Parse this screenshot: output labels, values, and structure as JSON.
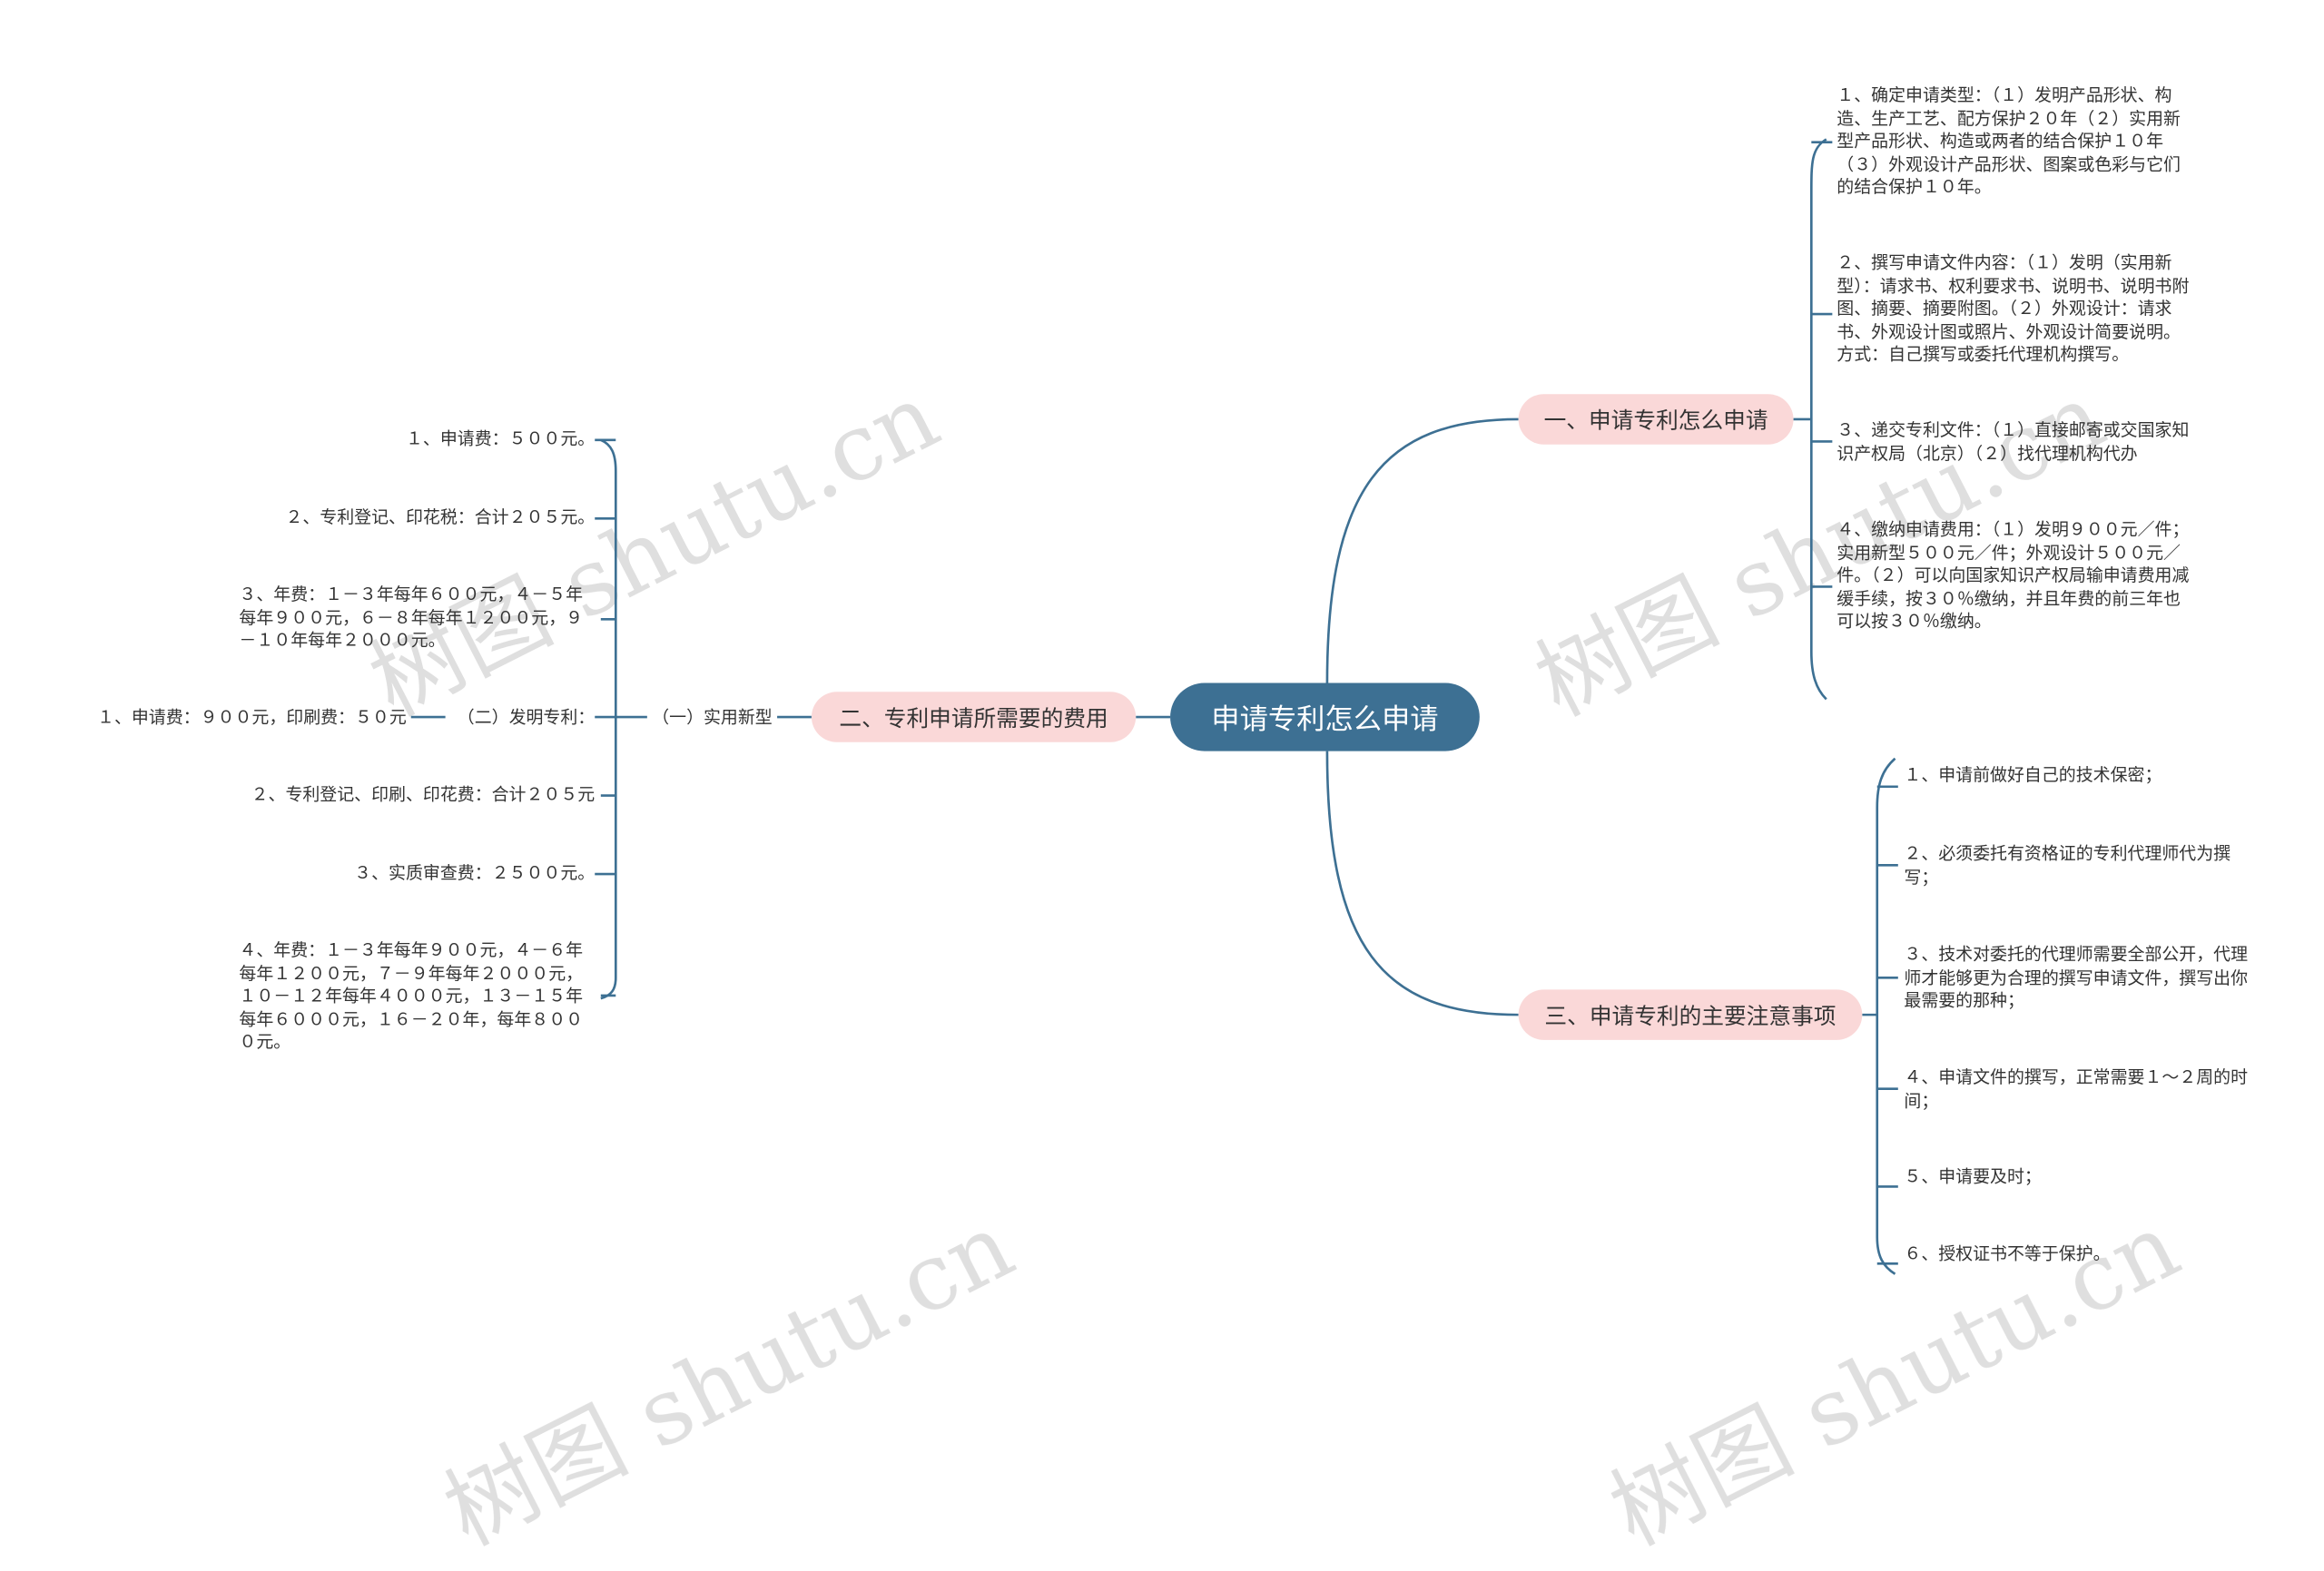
{
  "watermark": "树图 shutu.cn",
  "colors": {
    "root": "#3d7093",
    "branch": "#fad8d8",
    "line": "#3d7093"
  },
  "root": {
    "label": "申请专利怎么申请"
  },
  "branch1": {
    "label": "一、申请专利怎么申请",
    "items": [
      "１、确定申请类型：（１）发明产品形状、构造、生产工艺、配方保护２０年（２）实用新型产品形状、构造或两者的结合保护１０年（３）外观设计产品形状、图案或色彩与它们的结合保护１０年。",
      "２、撰写申请文件内容：（１）发明（实用新型）：请求书、权利要求书、说明书、说明书附图、摘要、摘要附图。（２）外观设计：请求书、外观设计图或照片、外观设计简要说明。方式：自己撰写或委托代理机构撰写。",
      "３、递交专利文件：（１）直接邮寄或交国家知识产权局（北京）（２）找代理机构代办",
      "４、缴纳申请费用：（１）发明９００元／件；实用新型５００元／件；外观设计５００元／件。（２）可以向国家知识产权局输申请费用减缓手续，按３０％缴纳，并且年费的前三年也可以按３０％缴纳。"
    ]
  },
  "branch2": {
    "label": "二、专利申请所需要的费用",
    "sub": "（一）实用新型",
    "items": [
      "１、申请费：５００元。",
      "２、专利登记、印花税：合计２０５元。",
      "３、年费：１－３年每年６００元，４－５年每年９００元，６－８年每年１２００元，９－１０年每年２０００元。",
      "（二）发明专利：",
      "２、专利登记、印刷、印花费：合计２０５元",
      "３、实质审查费：２５００元。",
      "４、年费：１－３年每年９００元，４－６年每年１２００元，７－９年每年２０００元，１０－１２年每年４０００元，１３－１５年每年６０００元，１６－２０年，每年８０００元。"
    ],
    "invention_child": "１、申请费：９００元，印刷费：５０元"
  },
  "branch3": {
    "label": "三、申请专利的主要注意事项",
    "items": [
      "１、申请前做好自己的技术保密；",
      "２、必须委托有资格证的专利代理师代为撰写；",
      "３、技术对委托的代理师需要全部公开，代理师才能够更为合理的撰写申请文件，撰写出你最需要的那种；",
      "４、申请文件的撰写，正常需要１～２周的时间；",
      "５、申请要及时；",
      "６、授权证书不等于保护。"
    ]
  }
}
